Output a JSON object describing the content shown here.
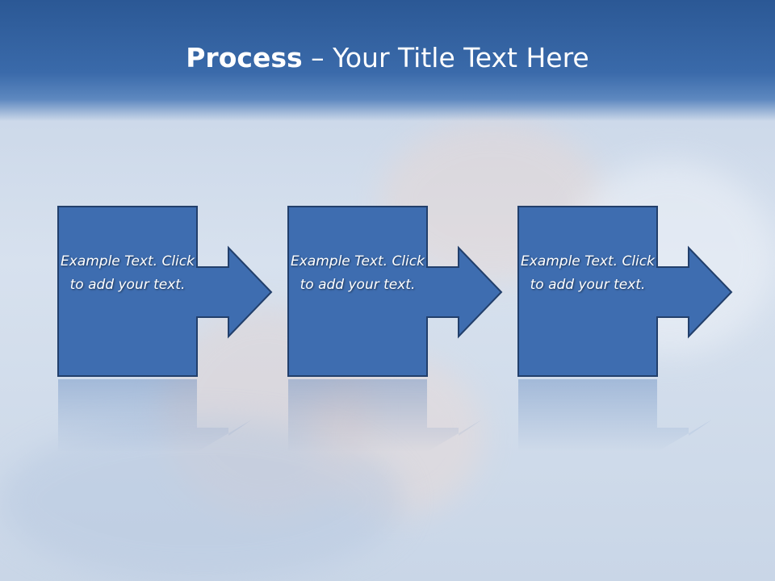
{
  "slide": {
    "title_bold": "Process",
    "title_rest": " – Your Title Text Here"
  },
  "steps": [
    {
      "text": "Example Text. Click  to add your text."
    },
    {
      "text": "Example Text. Click  to add your text."
    },
    {
      "text": "Example Text. Click  to add your text."
    }
  ],
  "colors": {
    "header": "#2b5895",
    "box_fill": "#3e6db0",
    "box_border": "#223f6b",
    "background": "#cfdbeb"
  }
}
